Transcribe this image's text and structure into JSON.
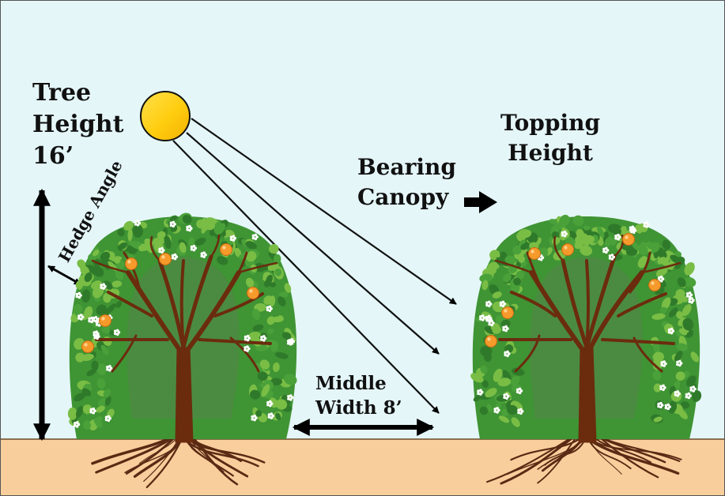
{
  "labels": {
    "tree_height": [
      "Tree",
      "Height",
      "16’"
    ],
    "hedge_angle": "Hedge Angle",
    "bearing_canopy": [
      "Bearing",
      "Canopy"
    ],
    "topping_height": [
      "Topping",
      "Height"
    ],
    "middle_width": [
      "Middle",
      "Width 8’"
    ]
  },
  "colors": {
    "sky": "#e4f6f8",
    "ground": "#f8cf9c",
    "sun": "#ffd21a",
    "foliage": "#3f9434",
    "foliage_light": "#79bd45",
    "canopy_interior": "#4d8a43",
    "trunk": "#6b2c0e",
    "fruit": "#f59a2b",
    "blossom": "#ffffff",
    "arrow": "#000000"
  },
  "icons": {
    "sun": "sun-icon",
    "tree": "citrus-tree-icon",
    "arrow": "arrow-icon"
  }
}
